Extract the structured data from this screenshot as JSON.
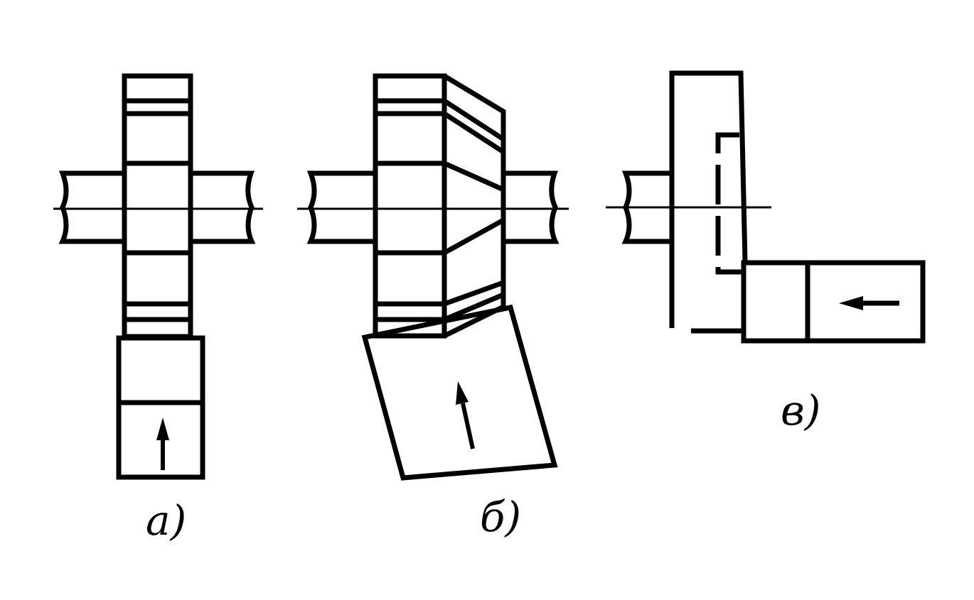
{
  "figure": {
    "stroke_color": "#000000",
    "background_color": "#ffffff"
  },
  "labels": {
    "a": "a)",
    "b": "б)",
    "c": "в)"
  }
}
